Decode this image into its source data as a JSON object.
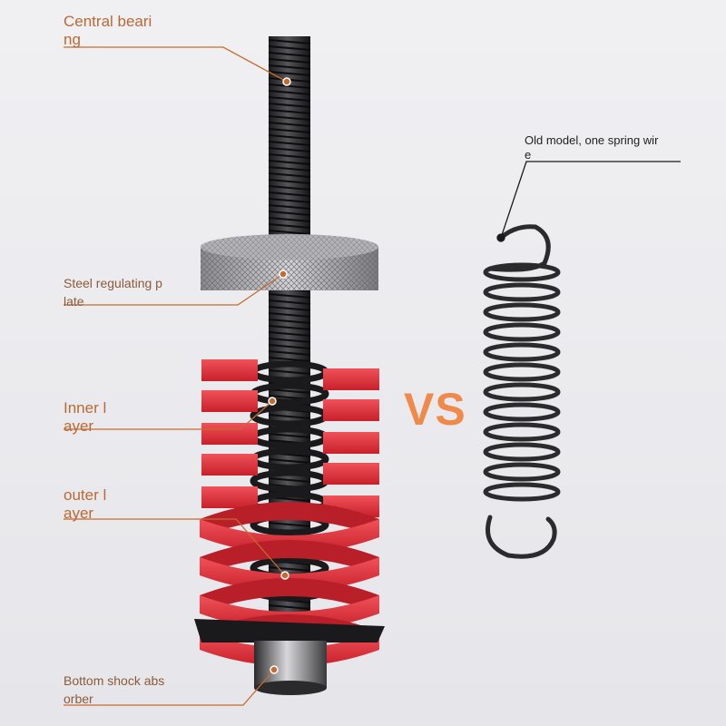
{
  "labels": {
    "central_bearing": [
      "Central beari",
      "ng"
    ],
    "steel_plate": [
      "Steel regulating p",
      "late"
    ],
    "inner_layer": [
      "Inner l",
      "ayer"
    ],
    "outer_layer": [
      "outer l",
      "ayer"
    ],
    "bottom_absorber": [
      "Bottom shock abs",
      "orber"
    ],
    "old_model": [
      "Old model, one spring wir",
      "e"
    ]
  },
  "vs_text": "VS",
  "colors": {
    "spring_red": "#e8323a",
    "label_orange": "#b86a35",
    "vs_orange": "#ef8a4a",
    "leader_line": "#c66a2e",
    "steel_dark": "#2a2a2c"
  }
}
